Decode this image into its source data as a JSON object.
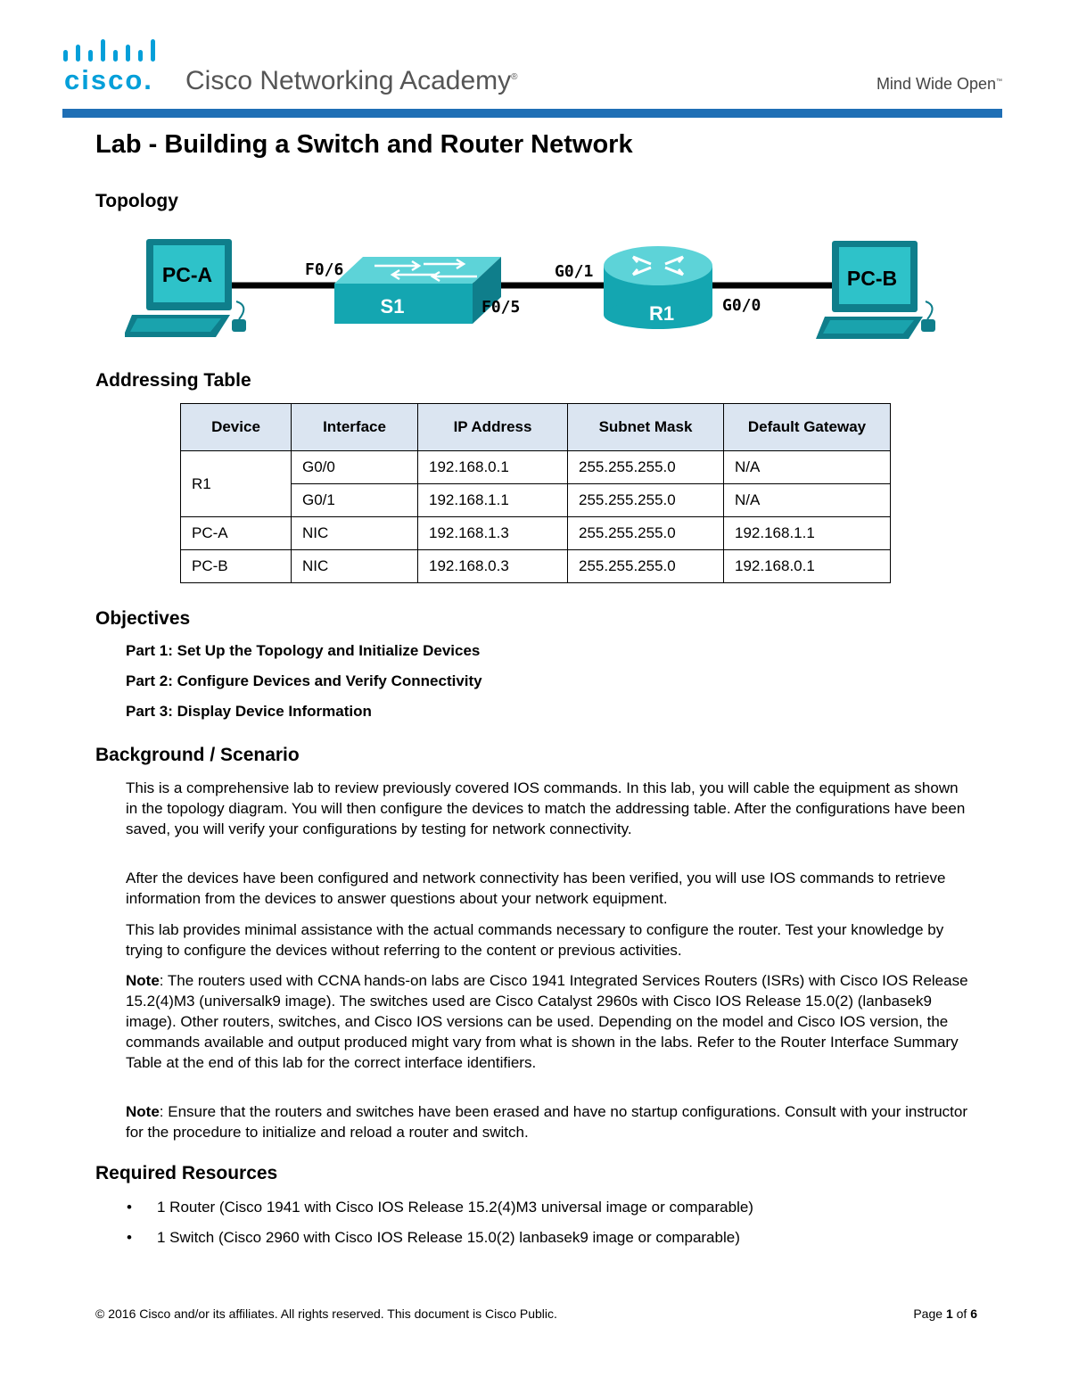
{
  "header": {
    "logo_text": "cisco.",
    "academy": "Cisco Networking Academy",
    "academy_mark": "®",
    "tagline": "Mind Wide Open",
    "tagline_mark": "™",
    "brand_color": "#049fd9",
    "rule_color": "#1f6fb5"
  },
  "title": "Lab - Building a Switch and Router Network",
  "topology": {
    "heading": "Topology",
    "devices": {
      "pc_a": "PC-A",
      "switch": "S1",
      "router": "R1",
      "pc_b": "PC-B"
    },
    "ports": {
      "s1_left": "F0/6",
      "s1_right": "F0/5",
      "r1_left": "G0/1",
      "r1_right": "G0/0"
    },
    "icons": [
      "pc-icon",
      "switch-icon",
      "router-icon",
      "pc-icon"
    ]
  },
  "addressing": {
    "heading": "Addressing Table",
    "headers": [
      "Device",
      "Interface",
      "IP Address",
      "Subnet Mask",
      "Default Gateway"
    ],
    "r1": {
      "device": "R1",
      "rows": [
        [
          "G0/0",
          "192.168.0.1",
          "255.255.255.0",
          "N/A"
        ],
        [
          "G0/1",
          "192.168.1.1",
          "255.255.255.0",
          "N/A"
        ]
      ]
    },
    "rows": [
      [
        "PC-A",
        "NIC",
        "192.168.1.3",
        "255.255.255.0",
        "192.168.1.1"
      ],
      [
        "PC-B",
        "NIC",
        "192.168.0.3",
        "255.255.255.0",
        "192.168.0.1"
      ]
    ]
  },
  "objectives": {
    "heading": "Objectives",
    "parts": [
      "Part 1: Set Up the Topology and Initialize Devices",
      "Part 2: Configure Devices and Verify Connectivity",
      "Part 3: Display Device Information"
    ]
  },
  "background": {
    "heading": "Background / Scenario",
    "p1": "This is a comprehensive lab to review previously covered IOS commands. In this lab, you will cable the equipment as shown in the topology diagram. You will then configure the devices to match the addressing table. After the configurations have been saved, you will verify your configurations by testing for network connectivity.",
    "p2": "After the devices have been configured and network connectivity has been verified, you will use IOS commands to retrieve information from the devices to answer questions about your network equipment.",
    "p3": "This lab provides minimal assistance with the actual commands necessary to configure the router. Test your knowledge by trying to configure the devices without referring to the content or previous activities.",
    "note_label": "Note",
    "note1": ": The routers used with CCNA hands-on labs are Cisco 1941 Integrated Services Routers (ISRs) with Cisco IOS Release 15.2(4)M3 (universalk9 image). The switches used are Cisco Catalyst 2960s with Cisco IOS Release 15.0(2) (lanbasek9 image). Other routers, switches, and Cisco IOS versions can be used. Depending on the model and Cisco IOS version, the commands available and output produced might vary from what is shown in the labs. Refer to the Router Interface Summary Table at the end of this lab for the correct interface identifiers.",
    "note2": ": Ensure that the routers and switches have been erased and have no startup configurations. Consult with your instructor for the procedure to initialize and reload a router and switch."
  },
  "resources": {
    "heading": "Required Resources",
    "bullet": "•",
    "items": [
      "1 Router (Cisco 1941 with Cisco IOS Release 15.2(4)M3 universal image or comparable)",
      "1 Switch (Cisco 2960 with Cisco IOS Release 15.0(2) lanbasek9 image or comparable)"
    ]
  },
  "footer": {
    "copyright": "© 2016 Cisco and/or its affiliates. All rights reserved. This document is Cisco Public.",
    "page_prefix": "Page ",
    "page_current": "1",
    "page_of": " of ",
    "page_total": "6"
  }
}
